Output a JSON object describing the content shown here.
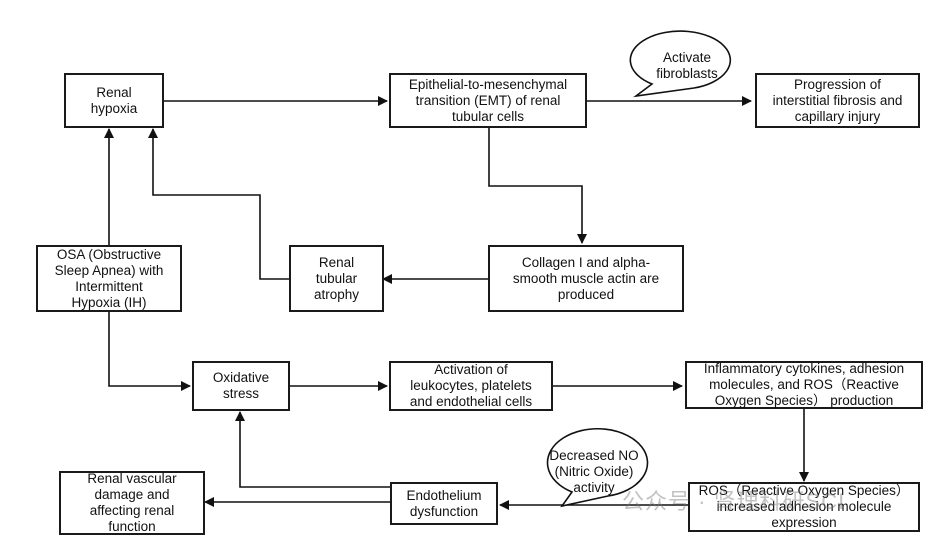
{
  "nodes": {
    "renal_hypoxia": "Renal\nhypoxia",
    "emt": "Epithelial-to-mesenchymal\ntransition (EMT) of renal\ntubular cells",
    "progression": "Progression of\ninterstitial fibrosis and\ncapillary injury",
    "collagen": "Collagen I and alpha-\nsmooth muscle actin are\nproduced",
    "renal_atrophy": "Renal\ntubular\natrophy",
    "osa": "OSA (Obstructive\nSleep Apnea) with\nIntermittent\nHypoxia (IH)",
    "oxidative_stress": "Oxidative\nstress",
    "activation": "Activation of\nleukocytes, platelets\nand endothelial cells",
    "inflammatory": "Inflammatory cytokines, adhesion\nmolecules, and ROS（Reactive\nOxygen Species） production",
    "ros": "ROS（Reactive Oxygen Species）\nincreased adhesion molecule\nexpression",
    "endothelium": "Endothelium\ndysfunction",
    "renal_vascular": "Renal vascular\ndamage and\naffecting renal\nfunction"
  },
  "bubbles": {
    "activate_fibroblasts": "Activate\nfibroblasts",
    "decreased_no": "Decreased NO\n(Nitric Oxide)\nactivity"
  },
  "watermark": "公众号 · 肾理科研SCI"
}
